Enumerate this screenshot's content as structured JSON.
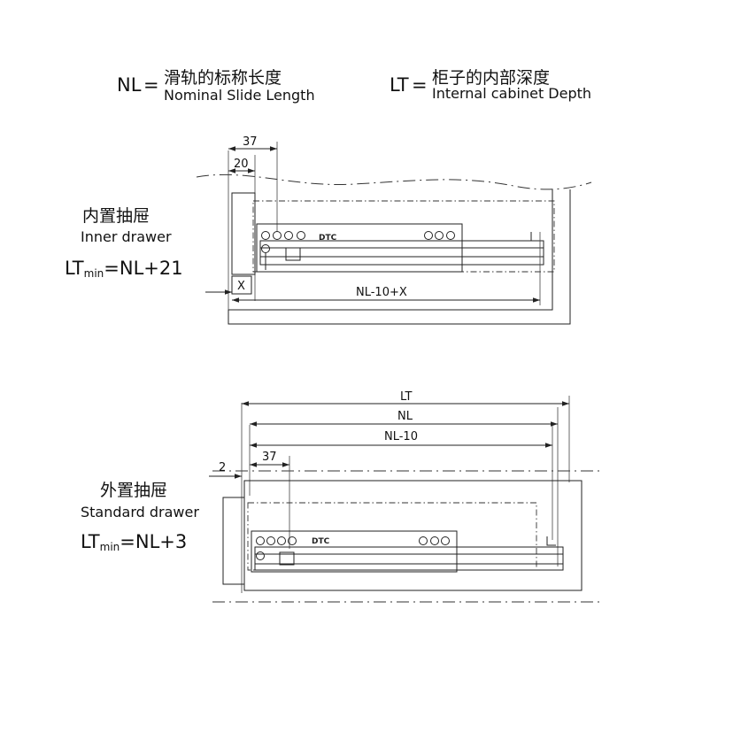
{
  "legend": {
    "nl_symbol": "NL",
    "nl_eq": "=",
    "nl_cn": "滑轨的标称长度",
    "nl_en": "Nominal Slide Length",
    "lt_symbol": "LT",
    "lt_eq": "=",
    "lt_cn": "柜子的内部深度",
    "lt_en": "Internal cabinet Depth"
  },
  "inner": {
    "title_cn": "内置抽屉",
    "title_en": "Inner drawer",
    "formula_lt": "LT",
    "formula_sub": "min",
    "formula_rest": "=NL+21",
    "dim_37": "37",
    "dim_20": "20",
    "dim_x": "X",
    "dim_nl": "NL-10+X",
    "brand": "DTC"
  },
  "standard": {
    "title_cn": "外置抽屉",
    "title_en": "Standard drawer",
    "formula_lt": "LT",
    "formula_sub": "min",
    "formula_rest": "=NL+3",
    "dim_lt": "LT",
    "dim_nl": "NL",
    "dim_nl10": "NL-10",
    "dim_2": "2",
    "dim_37": "37",
    "brand": "DTC"
  }
}
